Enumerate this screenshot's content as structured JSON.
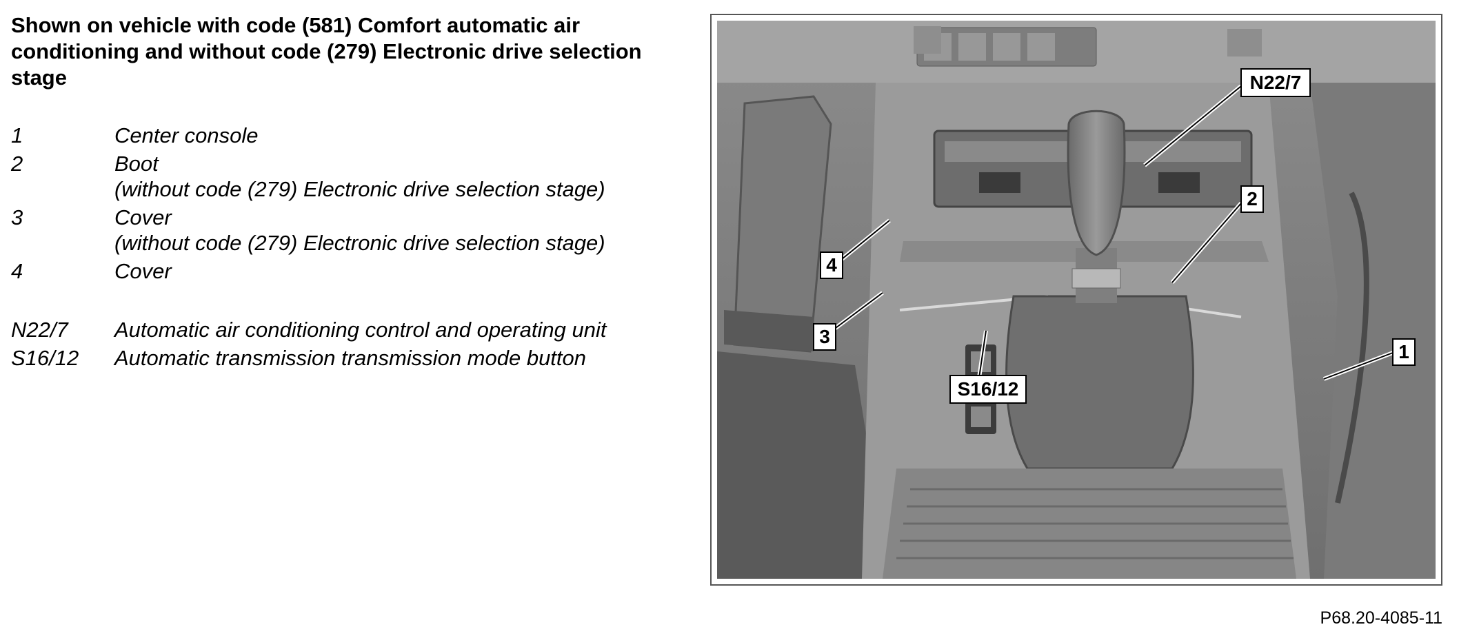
{
  "heading": "Shown on vehicle with code (581) Comfort automatic air conditioning and without code (279) Electronic drive selection stage",
  "legend_items": [
    {
      "key": "1",
      "lines": [
        "Center console"
      ]
    },
    {
      "key": "2",
      "lines": [
        "Boot",
        "(without code (279) Electronic drive selection stage)"
      ]
    },
    {
      "key": "3",
      "lines": [
        "Cover",
        "(without code (279) Electronic drive selection stage)"
      ]
    },
    {
      "key": "4",
      "lines": [
        "Cover"
      ]
    }
  ],
  "component_items": [
    {
      "key": "N22/7",
      "desc": "Automatic air conditioning control and operating unit"
    },
    {
      "key": "S16/12",
      "desc": "Automatic transmission transmission mode button"
    }
  ],
  "figure_labels": {
    "n22": "N22/7",
    "c1": "1",
    "c2": "2",
    "c3": "3",
    "c4": "4",
    "s16": "S16/12"
  },
  "figure_ref": "P68.20-4085-11"
}
